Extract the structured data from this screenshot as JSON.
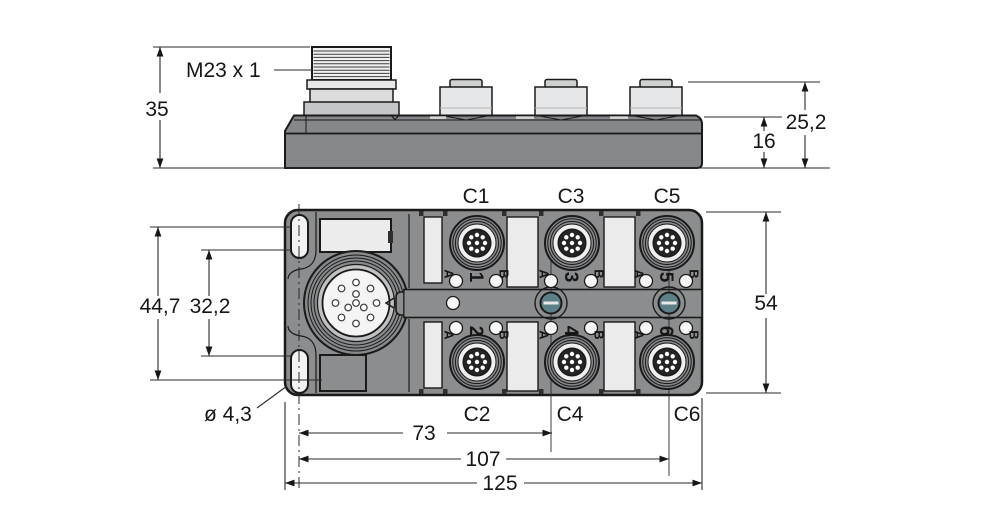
{
  "side_view": {
    "thread_label": "M23 x 1",
    "dim_total_height": "35",
    "dim_connector_height": "25,2",
    "dim_body_height": "16"
  },
  "top_view": {
    "port_labels_top": [
      "C1",
      "C3",
      "C5"
    ],
    "port_labels_bottom": [
      "C2",
      "C4",
      "C6"
    ],
    "port_numbers": [
      "1",
      "2",
      "3",
      "4",
      "5",
      "6"
    ],
    "led_label_a": "A",
    "led_label_b": "B",
    "dim_mounting_outer": "44,7",
    "dim_mounting_spacing": "32,2",
    "dim_mounting_hole_dia": "ø 4,3",
    "dim_module_height": "54",
    "dim_hole1_offset": "73",
    "dim_hole2_offset": "107",
    "dim_total_width": "125"
  },
  "colors": {
    "housing_gray": "#8b8d8f",
    "recess_light": "#ebebeb",
    "line_dark": "#1a1a1a",
    "mounting_hole_teal": "#5d7f88"
  }
}
